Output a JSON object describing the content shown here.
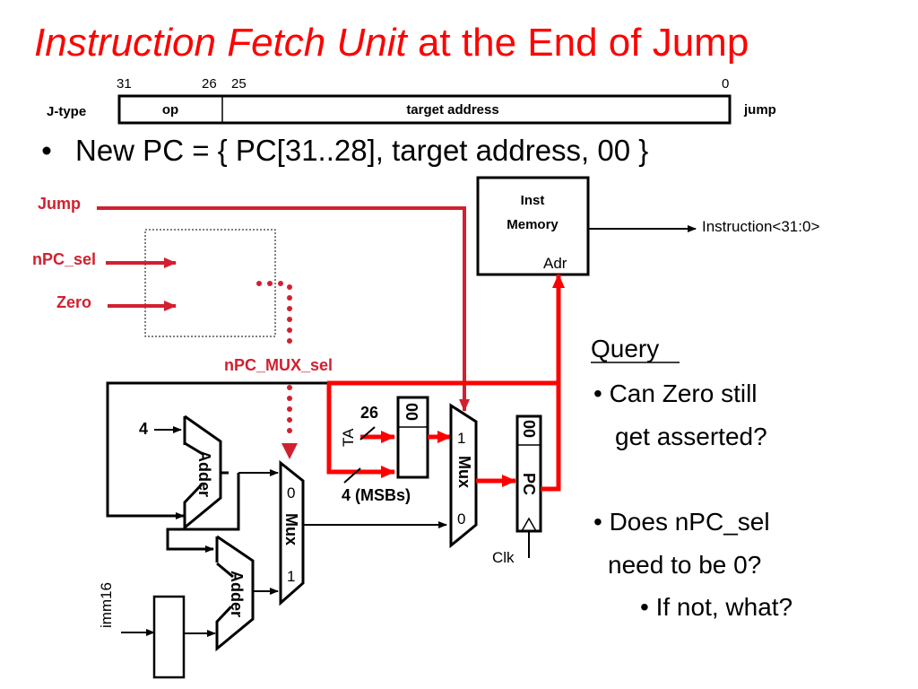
{
  "slide": {
    "title_italic": "Instruction Fetch Unit",
    "title_rest": " at the End of  Jump",
    "colors": {
      "title": "#ff0000",
      "active_path": "#ff0000",
      "control": "#d22030",
      "wire": "#000000"
    }
  },
  "format": {
    "type_label": "J-type",
    "bit_labels": [
      "31",
      "26",
      "25",
      "0"
    ],
    "fields": [
      "op",
      "target address"
    ],
    "instr_name": "jump"
  },
  "bullet": "New PC = { PC[31..28], target address, 00 }",
  "signals": {
    "jump": "Jump",
    "npc_sel": "nPC_sel",
    "zero": "Zero",
    "npc_mux_sel": "nPC_MUX_sel"
  },
  "blocks": {
    "inst_memory_line1": "Inst",
    "inst_memory_line2": "Memory",
    "adr": "Adr",
    "instruction_out": "Instruction<31:0>",
    "adder": "Adder",
    "mux": "Mux",
    "pc": "PC",
    "pc_low_bits": "00",
    "concat_low_bits": "00",
    "const_four": "4",
    "imm16": "imm16",
    "clk": "Clk",
    "ta": "TA",
    "ta_width": "26",
    "msbs": "4 (MSBs)",
    "mux_in0": "0",
    "mux_in1": "1",
    "mux2_in1": "1",
    "mux2_in0": "0"
  },
  "query": {
    "heading": "Query",
    "items": [
      {
        "line1": "• Can Zero still",
        "line2": "get asserted?"
      },
      {
        "line1": "• Does nPC_sel",
        "line2": "need to be 0?"
      }
    ],
    "sub_item": "• If not, what?"
  }
}
